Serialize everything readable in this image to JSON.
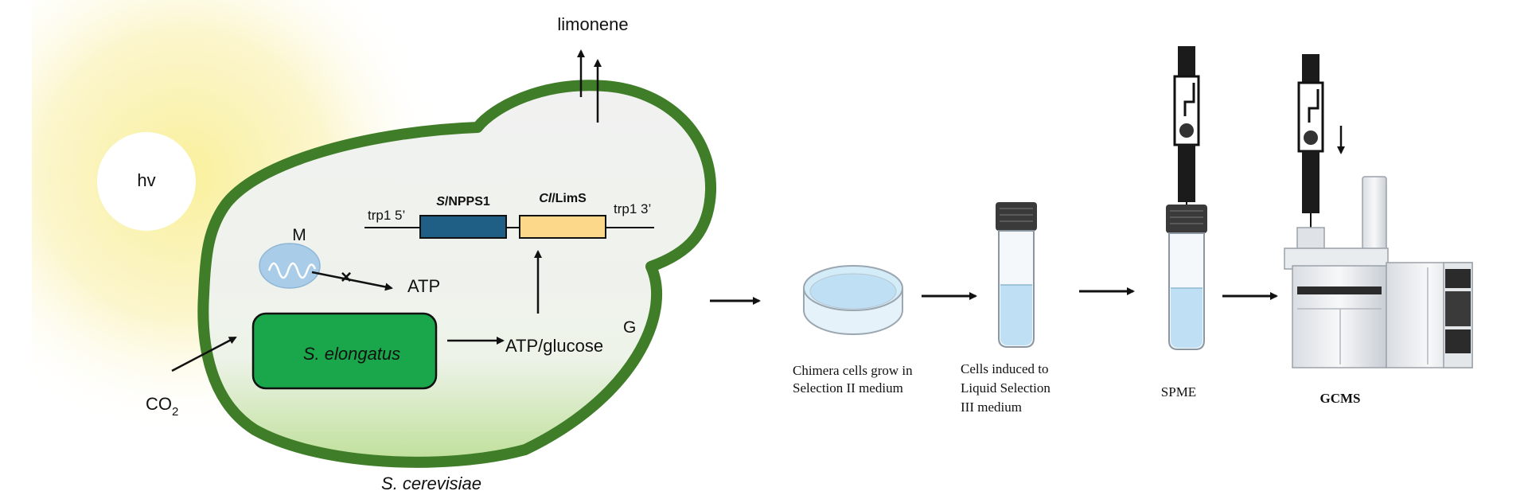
{
  "cell": {
    "light_label": "hv",
    "product_label": "limonene",
    "organelle_label": "M",
    "atp_label": "ATP",
    "co2_label": "CO",
    "co2_subscript": "2",
    "symbiont_label": "S. elongatus",
    "atp_glucose_label": "ATP/glucose",
    "g_label": "G",
    "host_label": "S. cerevisiae"
  },
  "construct": {
    "left_flank": "trp1 5’",
    "right_flank": "trp1 3’",
    "gene1_prefix": "S",
    "gene1_suffix": "NPPS1",
    "gene2_prefix": "Cl",
    "gene2_suffix": "LimS"
  },
  "workflow": {
    "step1_line1": "Chimera cells grow in",
    "step1_line2": "Selection II  medium",
    "step2_line1": "Cells induced to",
    "step2_line2": "Liquid  Selection",
    "step2_line3": "III  medium",
    "step3_label": "SPME",
    "step4_label": "GCMS"
  },
  "colors": {
    "cell_border": "#3f7d28",
    "cell_fill": "#f1f1f1",
    "symbiont_fill": "#1aa64a",
    "gene1_fill": "#1f5f86",
    "gene2_fill": "#fcd98a",
    "mitochondrion_fill": "#a9cde8",
    "medium_fill": "#bfe0f4"
  }
}
